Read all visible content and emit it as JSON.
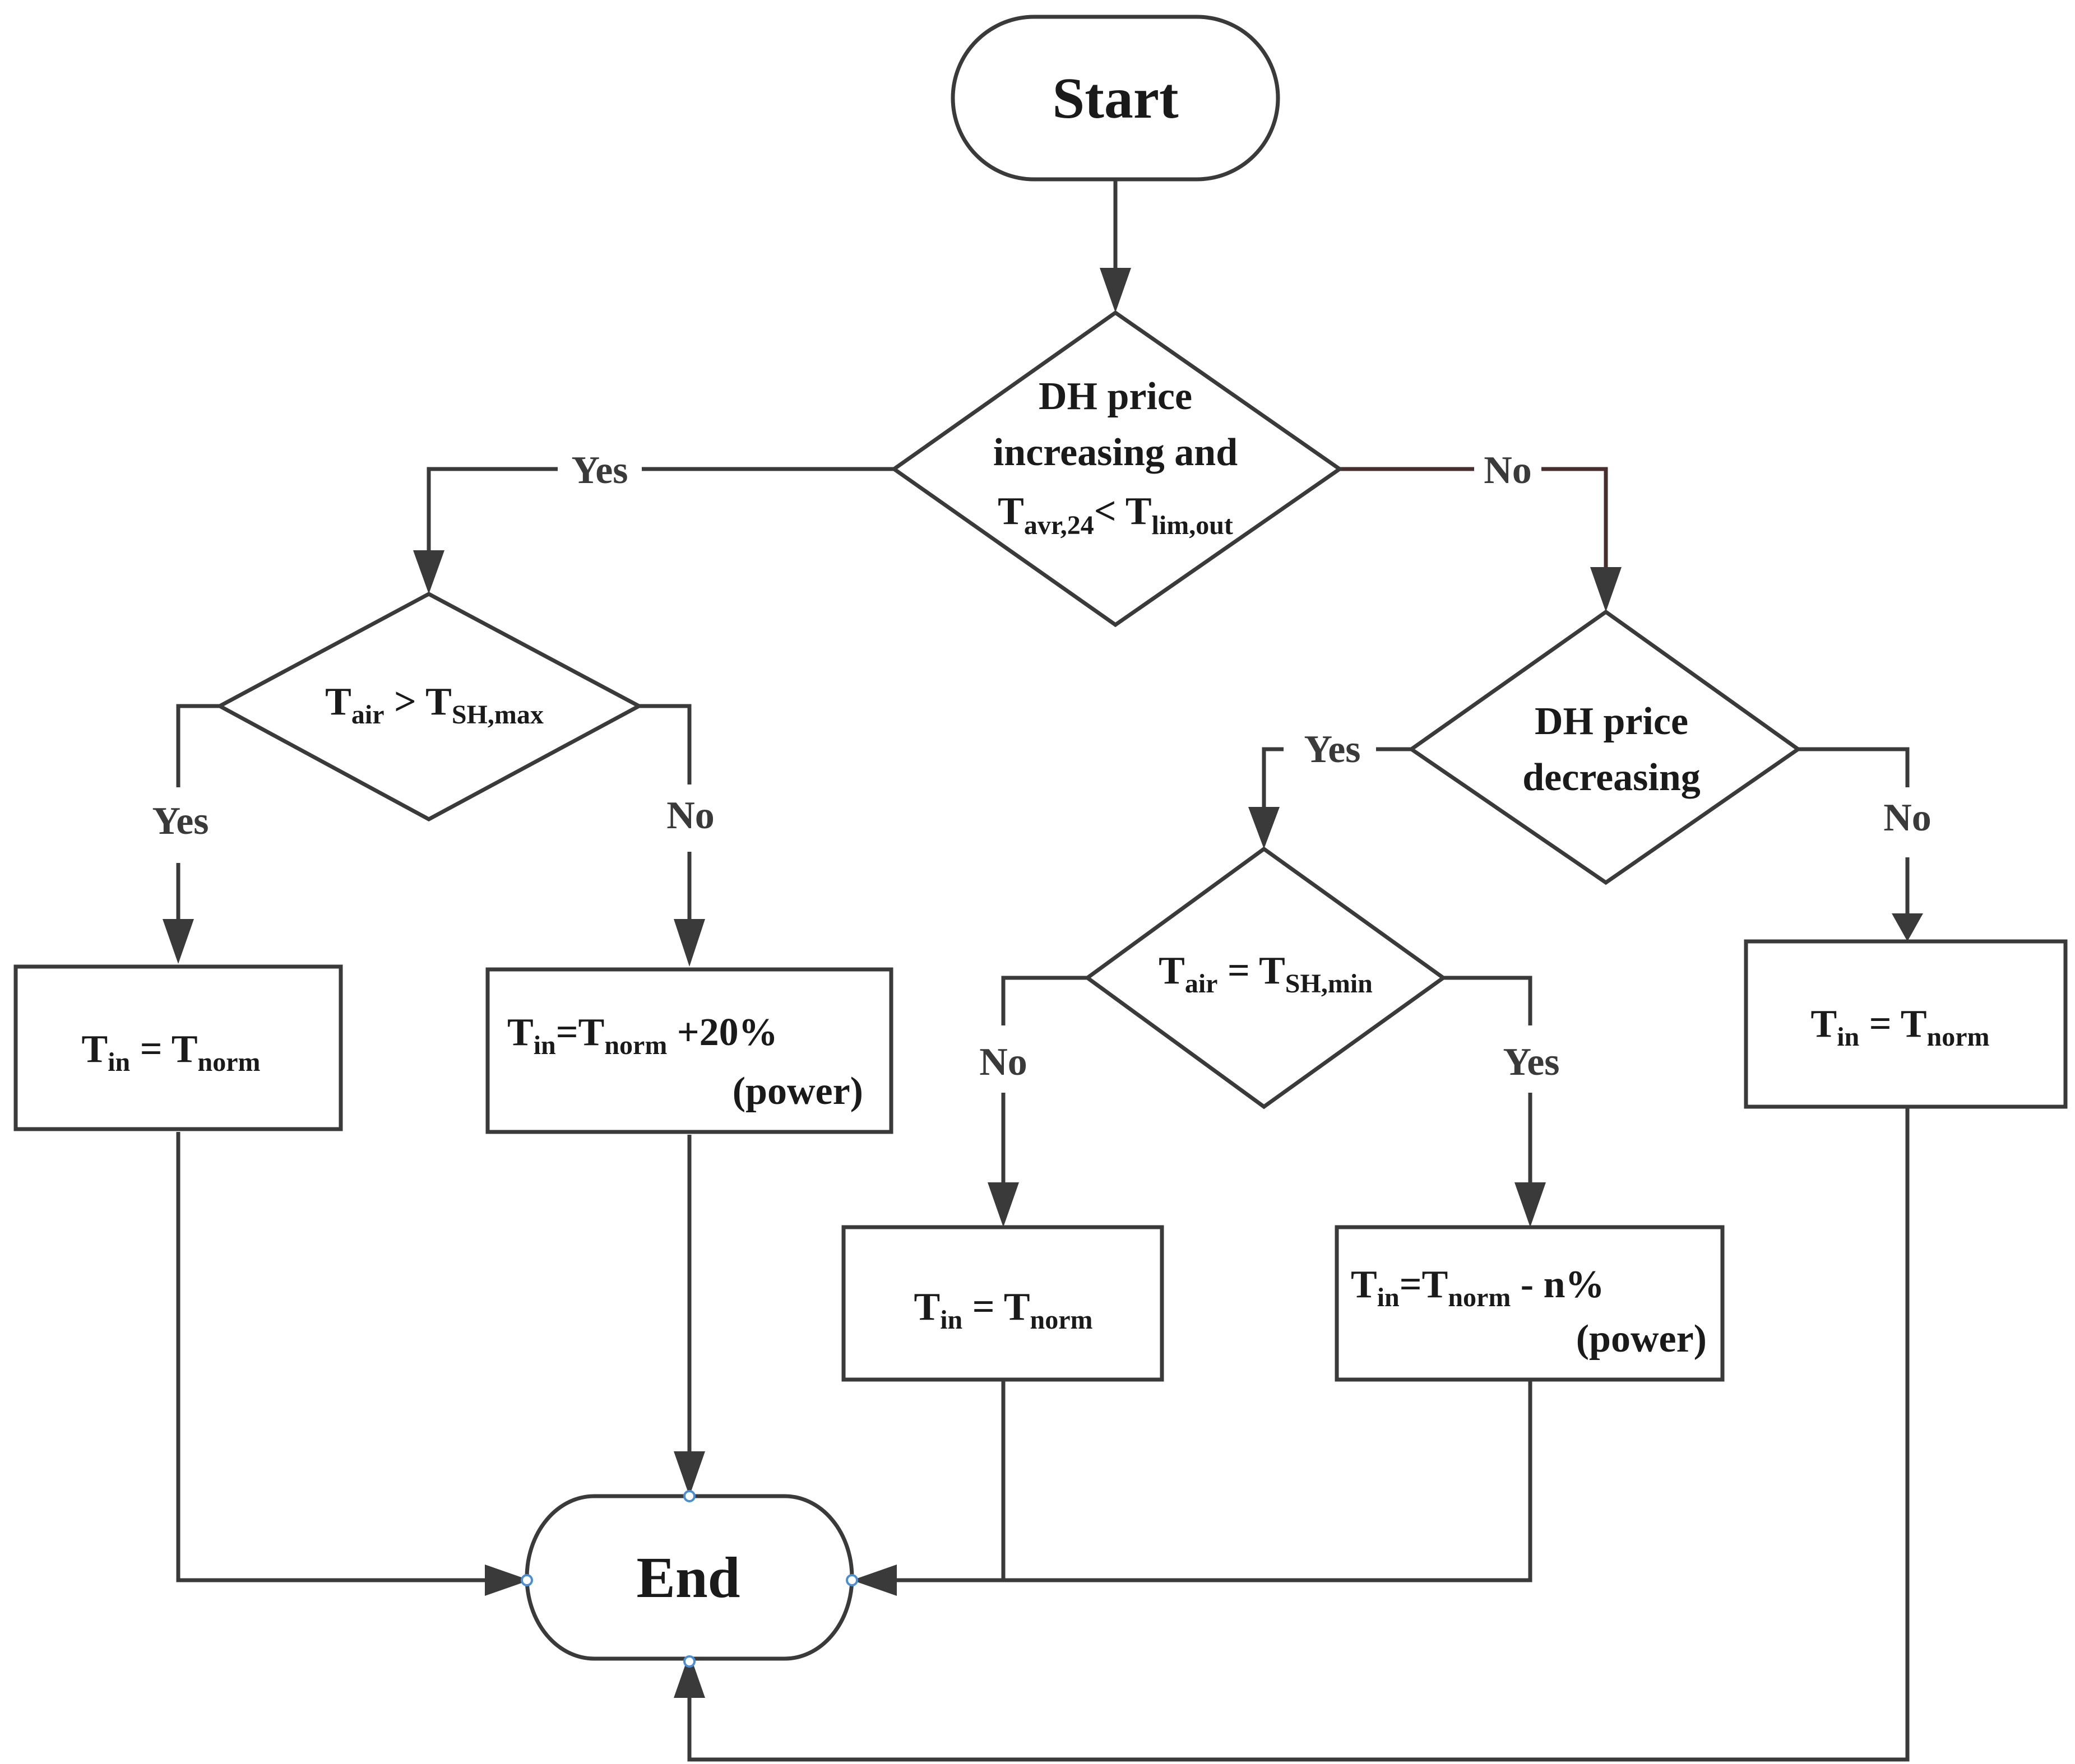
{
  "nodes": {
    "start": "Start",
    "end": "End",
    "decision_1": {
      "line1": "DH price",
      "line2": "increasing  and",
      "t": "T",
      "t_sub": "avr,24",
      "lt": "< T",
      "lim_sub": "lim,out"
    },
    "decision_2": {
      "t": "T",
      "air_sub": "air",
      "op": " > T",
      "sh_sub": "SH,max"
    },
    "decision_3": {
      "line1": "DH price",
      "line2": "decreasing"
    },
    "decision_4": {
      "t": "T",
      "air_sub": "air",
      "op": " = T",
      "sh_sub": "SH,min"
    },
    "box_1": {
      "t": "T",
      "in_sub": "in",
      "eq": " = T",
      "norm_sub": "norm"
    },
    "box_2": {
      "t": "T",
      "in_sub": "in",
      "eq": "=T",
      "norm_sub": "norm",
      "rest": " +20%",
      "line2": "(power)"
    },
    "box_3": {
      "t": "T",
      "in_sub": "in",
      "eq": " = T",
      "norm_sub": "norm"
    },
    "box_4": {
      "t": "T",
      "in_sub": "in",
      "eq": "=T",
      "norm_sub": "norm",
      "rest": " - n%",
      "line2": "(power)"
    },
    "box_5": {
      "t": "T",
      "in_sub": "in",
      "eq": " = T",
      "norm_sub": "norm"
    }
  },
  "edges": {
    "d1_yes": "Yes",
    "d1_no": "No",
    "d2_yes": "Yes",
    "d2_no": "No",
    "d3_yes": "Yes",
    "d3_no": "No",
    "d4_no": "No",
    "d4_yes": "Yes"
  },
  "colors": {
    "stroke": "#3a3a3a",
    "text": "#1a1a1a",
    "connection_port": "#4a8fd6"
  }
}
